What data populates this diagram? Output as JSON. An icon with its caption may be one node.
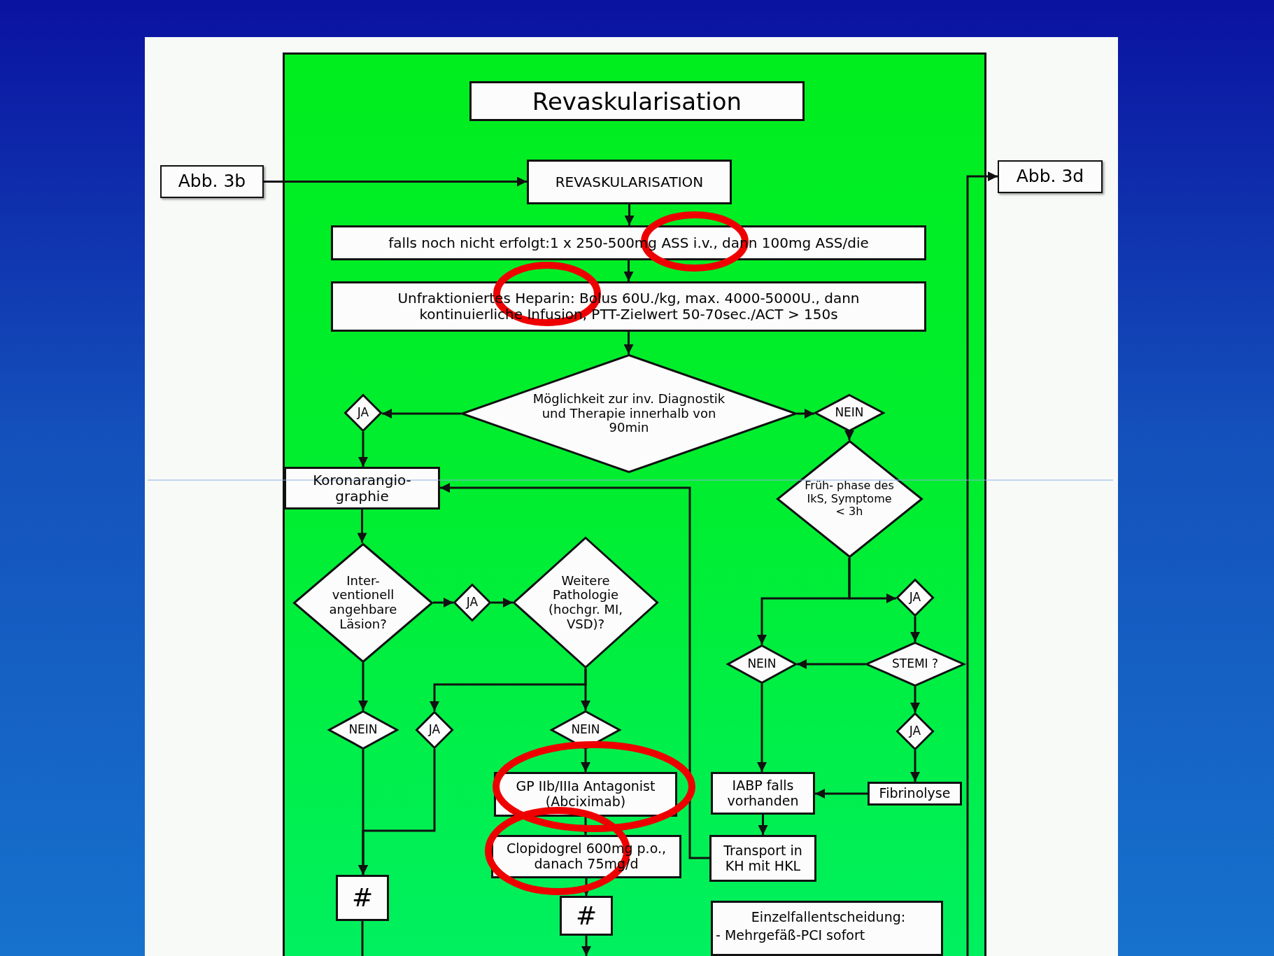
{
  "diagram": {
    "title": "Revaskularisation",
    "nodes": [
      {
        "text": [
          "Abb. 3b"
        ]
      },
      {
        "text": [
          "REVASKULARISATION"
        ]
      },
      {
        "text": [
          "Abb. 3d"
        ]
      },
      {
        "text": [
          "falls noch nicht erfolgt:1 x 250-500mg ASS i.v., dann 100mg ASS/die"
        ]
      },
      {
        "text": [
          "Unfraktioniertes Heparin: Bolus 60U./kg, max. 4000-5000U., dann kontinuierliche Infusion, PTT-Zielwert 50-70sec./ACT > 150s"
        ]
      },
      {
        "text": [
          "Möglichkeit zur inv. Diagnostik und Therapie innerhalb von 90min"
        ]
      },
      {
        "text": [
          "JA"
        ]
      },
      {
        "text": [
          "NEIN"
        ]
      },
      {
        "text": [
          "Koronarangio- graphie"
        ]
      },
      {
        "text": [
          "Früh- phase des IkS, Symptome < 3h"
        ]
      },
      {
        "text": [
          "Inter- ventionell angehbare Läsion?"
        ]
      },
      {
        "text": [
          "JA"
        ]
      },
      {
        "text": [
          "Weitere Pathologie (hochgr. MI, VSD)?"
        ]
      },
      {
        "text": [
          "JA"
        ]
      },
      {
        "text": [
          "NEIN"
        ]
      },
      {
        "text": [
          "STEMI ?"
        ]
      },
      {
        "text": [
          "NEIN"
        ]
      },
      {
        "text": [
          "JA"
        ]
      },
      {
        "text": [
          "NEIN"
        ]
      },
      {
        "text": [
          "JA"
        ]
      },
      {
        "text": [
          "GP IIb/IIIa Antagonist (Abciximab)"
        ]
      },
      {
        "text": [
          "IABP falls vorhanden"
        ]
      },
      {
        "text": [
          "Fibrinolyse"
        ]
      },
      {
        "text": [
          "Clopidogrel 600mg p.o., danach 75mg/d"
        ]
      },
      {
        "text": [
          "Transport in KH mit HKL"
        ]
      },
      {
        "text": [
          "#"
        ]
      },
      {
        "text": [
          "#"
        ]
      },
      {
        "text": [
          "Einzelfallentscheidung:",
          "- Mehrgefäß-PCI sofort"
        ]
      }
    ],
    "edges": [
      {
        "from": 0,
        "to": 1,
        "arrow": "to"
      },
      {
        "from": 1,
        "to": 3,
        "arrow": "to"
      },
      {
        "from": 3,
        "to": 4,
        "arrow": "to"
      },
      {
        "from": 4,
        "to": 5,
        "arrow": "to"
      },
      {
        "from": 5,
        "to": 6,
        "arrow": "to"
      },
      {
        "from": 5,
        "to": 7,
        "arrow": "to"
      },
      {
        "from": 6,
        "to": 8,
        "arrow": "to"
      },
      {
        "from": 8,
        "to": 10,
        "arrow": "to"
      },
      {
        "from": 10,
        "to": 11,
        "arrow": "to"
      },
      {
        "from": 11,
        "to": 12,
        "arrow": "to"
      },
      {
        "from": 10,
        "to": 16,
        "arrow": "to"
      },
      {
        "from": 12,
        "to": 17,
        "arrow": "to"
      },
      {
        "from": 12,
        "to": 18,
        "arrow": "to"
      },
      {
        "from": 18,
        "to": 20,
        "arrow": "to"
      },
      {
        "from": 20,
        "to": 23,
        "arrow": "to"
      },
      {
        "from": 23,
        "to": 26,
        "arrow": "to"
      },
      {
        "from": 16,
        "to": 25,
        "arrow": "to"
      },
      {
        "from": 17,
        "to": 25,
        "arrow": "to"
      },
      {
        "from": 7,
        "to": 9,
        "arrow": "to"
      },
      {
        "from": 9,
        "to": 13,
        "arrow": "to"
      },
      {
        "from": 9,
        "to": 14,
        "arrow": "to"
      },
      {
        "from": 13,
        "to": 15,
        "arrow": "to"
      },
      {
        "from": 15,
        "to": 14,
        "arrow": "to"
      },
      {
        "from": 15,
        "to": 19,
        "arrow": "to"
      },
      {
        "from": 19,
        "to": 22,
        "arrow": "to"
      },
      {
        "from": 22,
        "to": 21,
        "arrow": "to"
      },
      {
        "from": 14,
        "to": 21,
        "arrow": "to"
      },
      {
        "from": 21,
        "to": 24,
        "arrow": "to"
      },
      {
        "from": 24,
        "to": 8,
        "arrow": "to"
      },
      {
        "from": 26,
        "to": null,
        "arrow": "to"
      },
      {
        "from": 25,
        "to": null,
        "arrow": "none"
      },
      {
        "from": null,
        "to": 2,
        "arrow": "to"
      }
    ]
  }
}
